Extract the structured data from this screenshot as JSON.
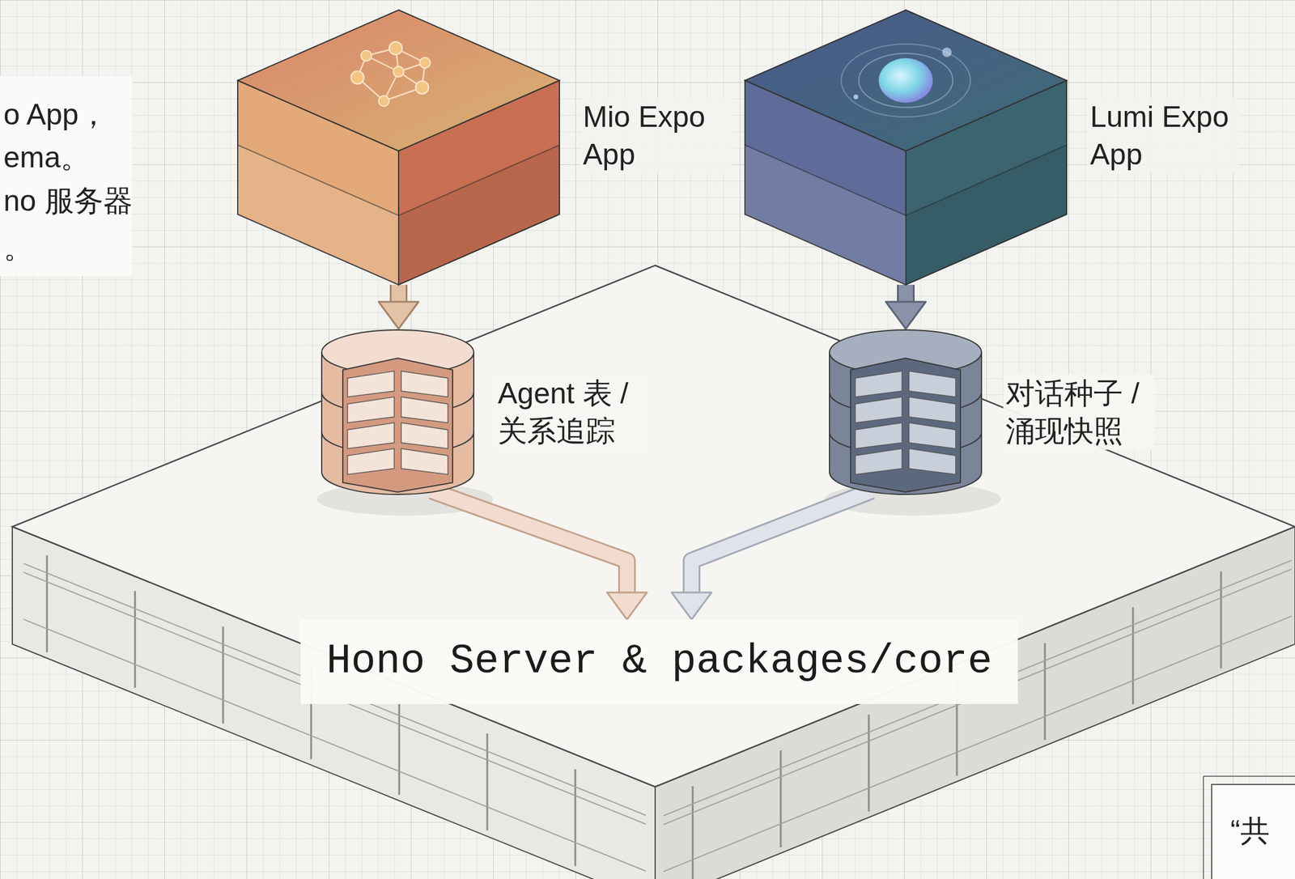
{
  "diagram": {
    "nodes": [
      {
        "text": [
          "Mio Expo App"
        ]
      },
      {
        "text": [
          "Lumi Expo App"
        ]
      },
      {
        "text": [
          "Agent 表 / 关系追踪"
        ]
      },
      {
        "text": [
          "对话种子 / 涌现快照"
        ]
      },
      {
        "text": [
          "Hono Server & packages/core"
        ]
      }
    ],
    "edges": [
      {
        "from": 0,
        "to": 2,
        "arrow": "to"
      },
      {
        "from": 1,
        "to": 3,
        "arrow": "to"
      },
      {
        "from": 2,
        "to": 4,
        "arrow": "to"
      },
      {
        "from": 3,
        "to": 4,
        "arrow": "to"
      }
    ],
    "labels": [
      "o App，",
      "ema。",
      "no 服务器",
      "。",
      "“共"
    ]
  }
}
